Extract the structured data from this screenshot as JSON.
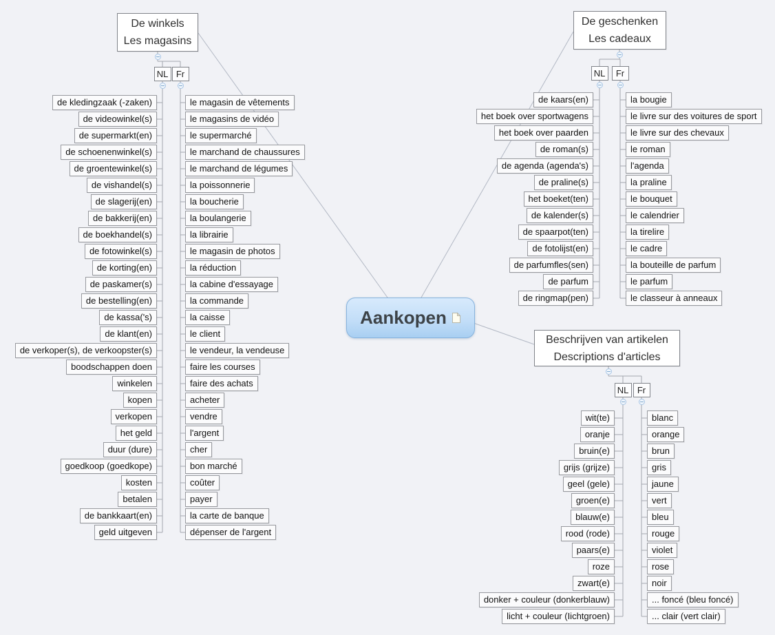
{
  "center": {
    "label": "Aankopen"
  },
  "colors": {
    "background": "#f1f2f6",
    "center_fill_top": "#d7eafc",
    "center_fill_bottom": "#a9cff2",
    "center_border": "#87b3dd",
    "node_border": "#97999e",
    "connector": "#a2a7ae"
  },
  "branches": [
    {
      "title_nl": "De winkels",
      "title_fr": "Les magasins",
      "group_labels": [
        "NL",
        "Fr"
      ],
      "nl_items": [
        "de kledingzaak (-zaken)",
        "de videowinkel(s)",
        "de supermarkt(en)",
        "de schoenenwinkel(s)",
        "de groentewinkel(s)",
        "de vishandel(s)",
        "de slagerij(en)",
        "de bakkerij(en)",
        "de boekhandel(s)",
        "de fotowinkel(s)",
        "de korting(en)",
        "de paskamer(s)",
        "de bestelling(en)",
        "de kassa('s)",
        "de klant(en)",
        "de verkoper(s), de verkoopster(s)",
        "boodschappen doen",
        "winkelen",
        "kopen",
        "verkopen",
        "het geld",
        "duur (dure)",
        "goedkoop (goedkope)",
        "kosten",
        "betalen",
        "de bankkaart(en)",
        "geld uitgeven"
      ],
      "fr_items": [
        "le magasin de vêtements",
        "le magasins de vidéo",
        "le supermarché",
        "le marchand de chaussures",
        "le marchand de légumes",
        "la poissonnerie",
        "la boucherie",
        "la boulangerie",
        "la librairie",
        "le magasin de photos",
        "la réduction",
        "la cabine d'essayage",
        "la commande",
        "la caisse",
        "le client",
        "le vendeur, la vendeuse",
        "faire les courses",
        "faire des achats",
        "acheter",
        "vendre",
        "l'argent",
        "cher",
        "bon marché",
        "coûter",
        "payer",
        "la carte de banque",
        "dépenser de l'argent"
      ]
    },
    {
      "title_nl": "De geschenken",
      "title_fr": "Les cadeaux",
      "group_labels": [
        "NL",
        "Fr"
      ],
      "nl_items": [
        "de kaars(en)",
        "het boek over sportwagens",
        "het boek over paarden",
        "de roman(s)",
        "de agenda (agenda's)",
        "de praline(s)",
        "het boeket(ten)",
        "de kalender(s)",
        "de spaarpot(ten)",
        "de fotolijst(en)",
        "de parfumfles(sen)",
        "de parfum",
        "de ringmap(pen)"
      ],
      "fr_items": [
        "la bougie",
        "le livre sur des voitures de sport",
        "le livre sur des chevaux",
        "le roman",
        "l'agenda",
        "la praline",
        "le bouquet",
        "le calendrier",
        "la tirelire",
        "le cadre",
        "la bouteille de parfum",
        "le parfum",
        "le classeur à anneaux"
      ]
    },
    {
      "title_nl": "Beschrijven van artikelen",
      "title_fr": "Descriptions d'articles",
      "group_labels": [
        "NL",
        "Fr"
      ],
      "nl_items": [
        "wit(te)",
        "oranje",
        "bruin(e)",
        "grijs (grijze)",
        "geel (gele)",
        "groen(e)",
        "blauw(e)",
        "rood (rode)",
        "paars(e)",
        "roze",
        "zwart(e)",
        "donker + couleur (donkerblauw)",
        "licht + couleur (Iichtgroen)"
      ],
      "fr_items": [
        "blanc",
        "orange",
        "brun",
        "gris",
        "jaune",
        "vert",
        "bleu",
        "rouge",
        "violet",
        "rose",
        "noir",
        "... foncé (bleu foncé)",
        "... clair (vert clair)"
      ]
    }
  ]
}
